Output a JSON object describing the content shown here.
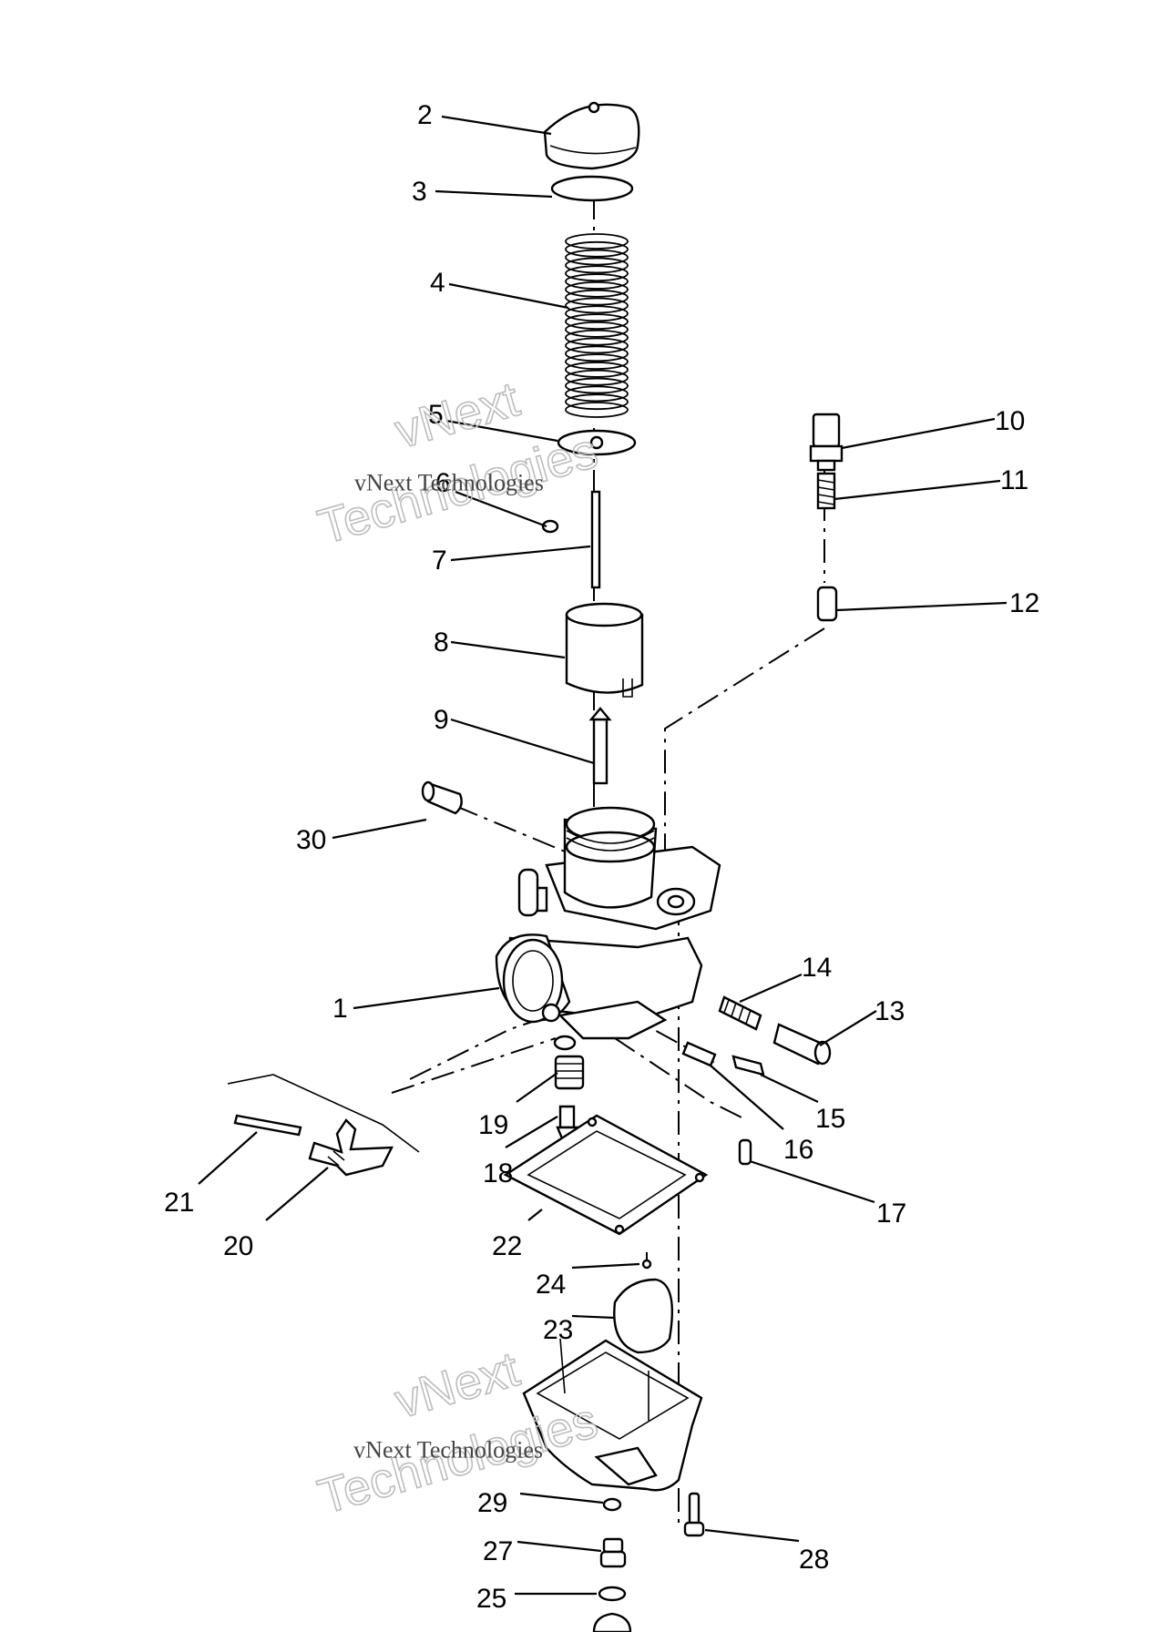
{
  "labels": {
    "p1": "1",
    "p2": "2",
    "p3": "3",
    "p4": "4",
    "p5": "5",
    "p6": "6",
    "p7": "7",
    "p8": "8",
    "p9": "9",
    "p10": "10",
    "p11": "11",
    "p12": "12",
    "p13": "13",
    "p14": "14",
    "p15": "15",
    "p16": "16",
    "p17": "17",
    "p18": "18",
    "p19": "19",
    "p20": "20",
    "p21": "21",
    "p22": "22",
    "p23": "23",
    "p24": "24",
    "p25": "25",
    "p27": "27",
    "p28": "28",
    "p29": "29",
    "p30": "30"
  },
  "watermark": {
    "line1": "vNext",
    "line2": "Technologies",
    "small": "vNext Technologies"
  }
}
